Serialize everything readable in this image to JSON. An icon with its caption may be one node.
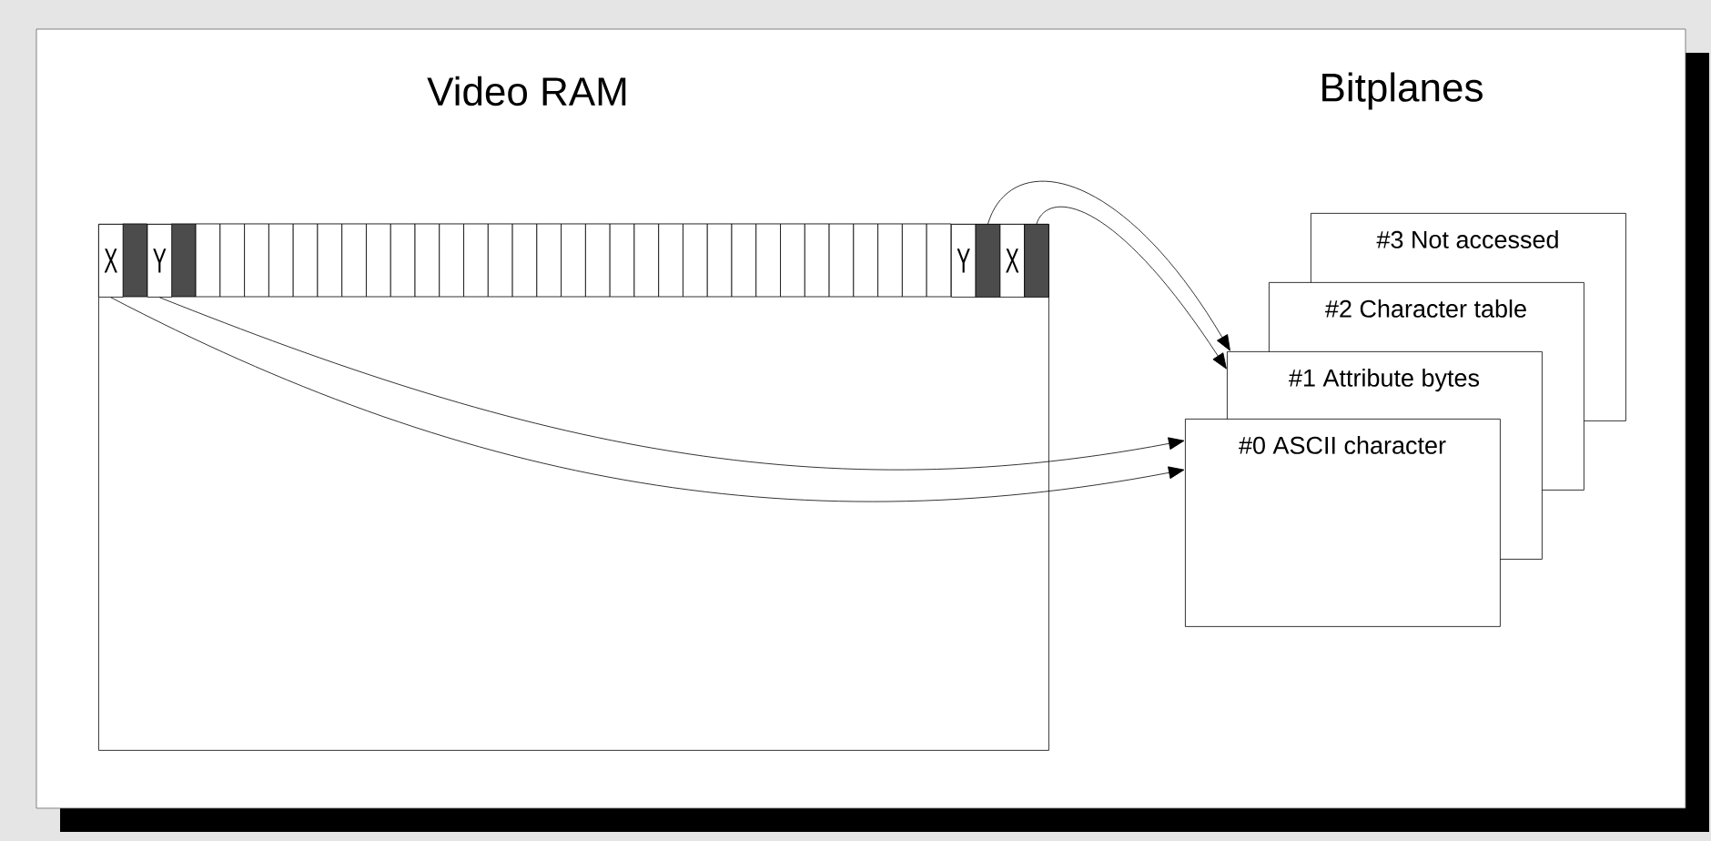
{
  "diagram": {
    "nodes": [
      {
        "text": [
          "Video RAM"
        ]
      },
      {
        "text": [
          "X"
        ],
        "in": 0
      },
      {
        "text": [
          "Y"
        ],
        "in": 0
      },
      {
        "text": [
          "Y"
        ],
        "in": 0
      },
      {
        "text": [],
        "shape": "box",
        "in": 0
      },
      {
        "text": [
          "X"
        ],
        "in": 0
      },
      {
        "text": [],
        "shape": "box",
        "in": 0
      },
      {
        "text": [
          "#3  Not accessed"
        ]
      },
      {
        "text": [
          "#2  Character table"
        ]
      },
      {
        "text": [
          "#1  Attribute bytes"
        ]
      },
      {
        "text": [
          "#0  ASCII character"
        ]
      }
    ],
    "edges": [
      {
        "from": 1,
        "to": 10,
        "arrow": "to"
      },
      {
        "from": 2,
        "to": 10,
        "arrow": "to"
      },
      {
        "from": 4,
        "to": 9,
        "arrow": "to"
      },
      {
        "from": 6,
        "to": 9,
        "arrow": "to"
      }
    ],
    "labels": [
      "Bitplanes"
    ]
  }
}
